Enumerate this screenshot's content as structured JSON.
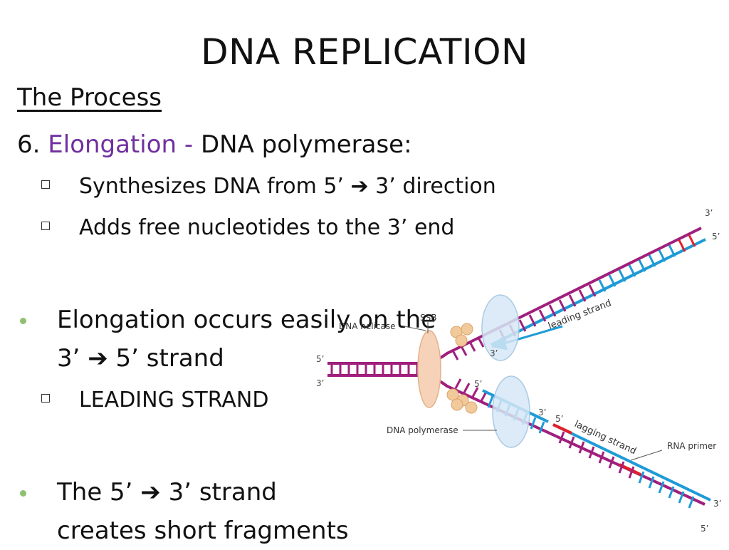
{
  "slide": {
    "title": "DNA REPLICATION",
    "subtitle": "The Process",
    "step": {
      "number": "6.",
      "name": "Elongation -",
      "rest": "DNA polymerase:",
      "accent_color": "#7030a0"
    },
    "step_items": [
      "Synthesizes DNA from 5’ ➔ 3’ direction",
      "Adds free nucleotides to the 3’ end"
    ],
    "bullet1": {
      "line1": "Elongation occurs easily on the",
      "line2": "3’ ➔ 5’ strand",
      "sub_item": "LEADING STRAND"
    },
    "bullet2": {
      "line1": "The 5’ ➔ 3’ strand",
      "line2": "creates short fragments"
    },
    "bullet_color": "#8fbf6f"
  },
  "diagram": {
    "labels": {
      "ssb": "SSB",
      "helicase": "DNA helicase",
      "leading_strand": "leading strand",
      "lagging_strand": "lagging strand",
      "polymerase": "DNA polymerase",
      "rna_primer": "RNA primer"
    },
    "end_labels": {
      "top_3": "3’",
      "top_5": "5’",
      "left_5": "5’",
      "left_3": "3’",
      "leading_3": "3’",
      "lagging_5": "5’",
      "okazaki_3": "3’",
      "okazaki_5": "5’",
      "bottom_3": "3’",
      "bottom_5": "5’"
    },
    "colors": {
      "parent_strand": "#a01f7c",
      "new_strand": "#1e9bd7",
      "primer": "#e0202a",
      "helicase": "#f6d3b8",
      "ssb": "#f1c99a",
      "polymerase": "#d6e8f6"
    }
  }
}
